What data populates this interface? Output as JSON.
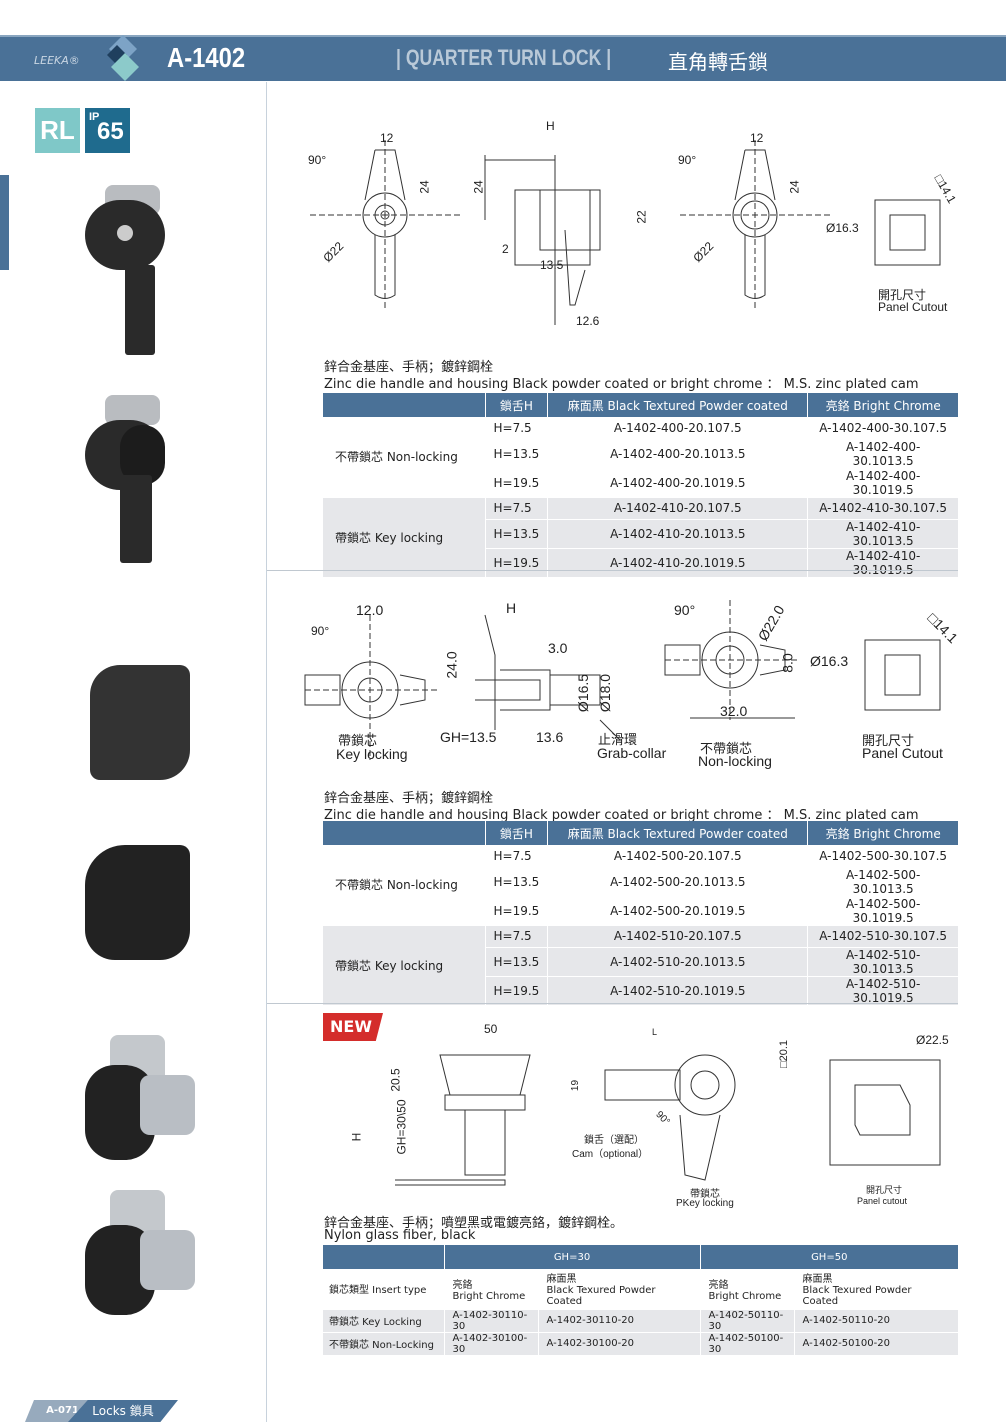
{
  "header": {
    "brand": "LEEKA®",
    "model": "A-1402",
    "title": "| QUARTER TURN LOCK |",
    "title_zh": "直角轉舌鎖"
  },
  "badges": {
    "rl": "RL",
    "ip": "IP",
    "ip_num": "65"
  },
  "colors": {
    "primary": "#4a7197",
    "light": "#97aabd",
    "teal": "#7fc8c8",
    "new_red": "#d42d2b"
  },
  "section1": {
    "dims": [
      "90°",
      "12",
      "24",
      "Ø22",
      "H",
      "24",
      "2",
      "13.5",
      "22",
      "12.6",
      "90°",
      "12",
      "24",
      "Ø22",
      "Ø16.3",
      "□14.1",
      "開孔尺寸",
      "Panel Cutout"
    ],
    "caption_zh": "鋅合金基座、手柄；鍍鋅鋼栓",
    "caption_en": "Zinc die handle and housing Black powder coated or bright chrome ： M.S. zinc plated cam",
    "headers": [
      "",
      "鎖舌H",
      "麻面黑 Black Textured Powder coated",
      "亮鉻 Bright Chrome"
    ],
    "groups": [
      {
        "label": "不帶鎖芯 Non-locking",
        "rows": [
          [
            "H=7.5",
            "A-1402-400-20.107.5",
            "A-1402-400-30.107.5"
          ],
          [
            "H=13.5",
            "A-1402-400-20.1013.5",
            "A-1402-400-30.1013.5"
          ],
          [
            "H=19.5",
            "A-1402-400-20.1019.5",
            "A-1402-400-30.1019.5"
          ]
        ]
      },
      {
        "label": "帶鎖芯 Key locking",
        "rows": [
          [
            "H=7.5",
            "A-1402-410-20.107.5",
            "A-1402-410-30.107.5"
          ],
          [
            "H=13.5",
            "A-1402-410-20.1013.5",
            "A-1402-410-30.1013.5"
          ],
          [
            "H=19.5",
            "A-1402-410-20.1019.5",
            "A-1402-410-30.1019.5"
          ]
        ]
      }
    ]
  },
  "section2": {
    "dims": [
      "90°",
      "12.0",
      "帶鎖芯",
      "Key locking",
      "H",
      "24.0",
      "3.0",
      "Ø16.5",
      "Ø18.0",
      "GH=13.5",
      "13.6",
      "止滑環",
      "Grab-collar",
      "90°",
      "Ø22.0",
      "8.0",
      "32.0",
      "不帶鎖芯",
      "Non-locking",
      "Ø16.3",
      "□14.1",
      "開孔尺寸",
      "Panel Cutout"
    ],
    "caption_zh": "鋅合金基座、手柄；鍍鋅鋼栓",
    "caption_en": "Zinc die handle and housing Black powder coated or bright chrome ： M.S. zinc plated cam",
    "headers": [
      "",
      "鎖舌H",
      "麻面黑 Black Textured Powder coated",
      "亮鉻 Bright Chrome"
    ],
    "groups": [
      {
        "label": "不帶鎖芯 Non-locking",
        "rows": [
          [
            "H=7.5",
            "A-1402-500-20.107.5",
            "A-1402-500-30.107.5"
          ],
          [
            "H=13.5",
            "A-1402-500-20.1013.5",
            "A-1402-500-30.1013.5"
          ],
          [
            "H=19.5",
            "A-1402-500-20.1019.5",
            "A-1402-500-30.1019.5"
          ]
        ]
      },
      {
        "label": "帶鎖芯 Key locking",
        "rows": [
          [
            "H=7.5",
            "A-1402-510-20.107.5",
            "A-1402-510-30.107.5"
          ],
          [
            "H=13.5",
            "A-1402-510-20.1013.5",
            "A-1402-510-30.1013.5"
          ],
          [
            "H=19.5",
            "A-1402-510-20.1019.5",
            "A-1402-510-30.1019.5"
          ]
        ]
      }
    ]
  },
  "section3": {
    "new_label": "NEW",
    "dims": [
      "50",
      "20.5",
      "GH=30\\50",
      "H",
      "L",
      "19",
      "鎖舌（選配）",
      "Cam（optional）",
      "90°",
      "帶鎖芯",
      "PKey locking",
      "□20.1",
      "Ø22.5",
      "開孔尺寸",
      "Panel cutout"
    ],
    "caption_zh": "鋅合金基座、手柄；噴塑黑或電鍍亮鉻，鍍鋅鋼栓。",
    "caption_en": "Nylon glass fiber, black",
    "group_headers": [
      "GH=30",
      "GH=50"
    ],
    "subheaders": {
      "type": "鎖芯類型  Insert type",
      "chrome_zh": "亮鉻",
      "chrome_en": "Bright Chrome",
      "black_zh": "麻面黑",
      "black_en": "Black Texured Powder Coated"
    },
    "rows": [
      {
        "label": "帶鎖芯 Key Locking",
        "cells": [
          "A-1402-30110-30",
          "A-1402-30110-20",
          "A-1402-50110-30",
          "A-1402-50110-20"
        ]
      },
      {
        "label": "不帶鎖芯 Non-Locking",
        "cells": [
          "A-1402-30100-30",
          "A-1402-30100-20",
          "A-1402-50100-30",
          "A-1402-50100-20"
        ]
      }
    ]
  },
  "footer": {
    "page": "A-071",
    "section": "Locks 鎖具"
  }
}
